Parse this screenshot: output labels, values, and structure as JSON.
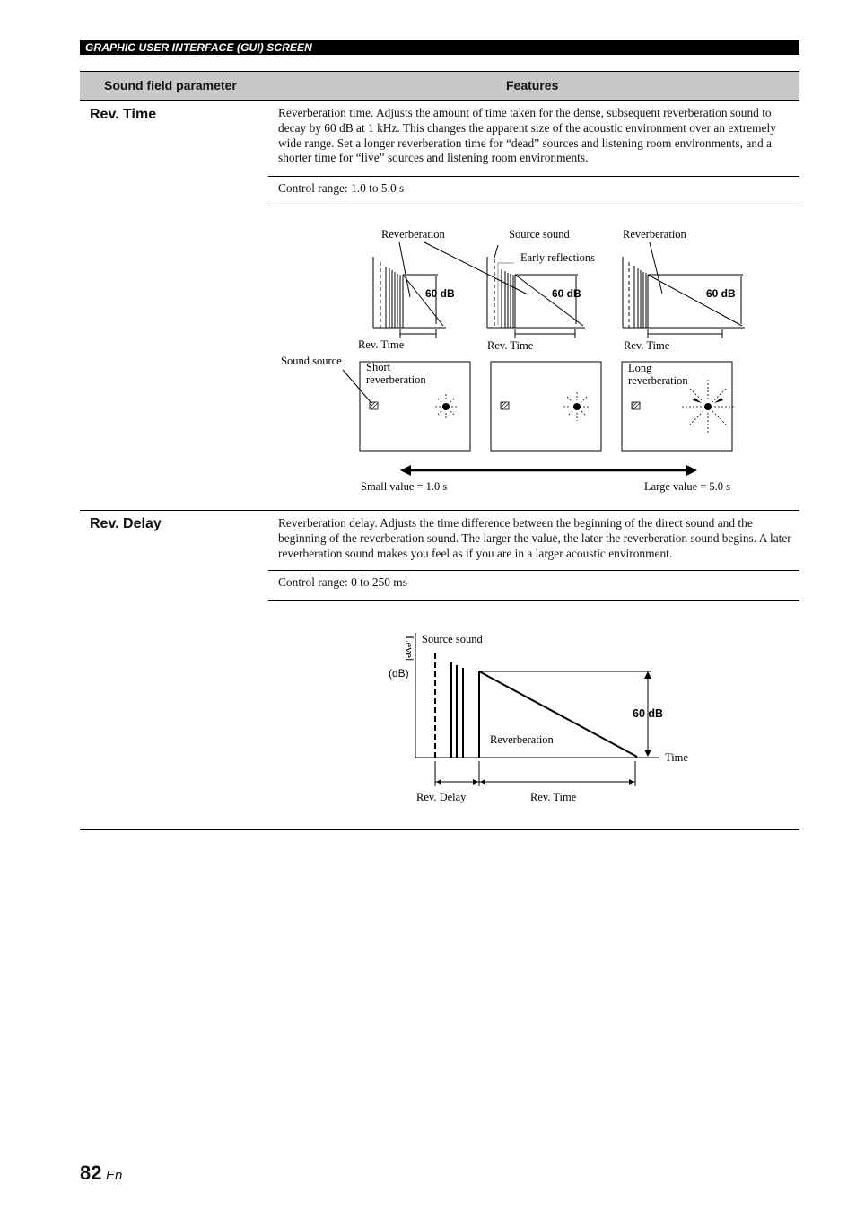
{
  "header": {
    "section_title": "GRAPHIC USER INTERFACE (GUI) SCREEN"
  },
  "table": {
    "col1_header": "Sound field parameter",
    "col2_header": "Features",
    "rows": [
      {
        "name": "Rev. Time",
        "description": "Reverberation time. Adjusts the amount of time taken for the dense, subsequent reverberation sound to decay by 60 dB at 1 kHz. This changes the apparent size of the acoustic environment over an extremely wide range. Set a longer reverberation time for “dead” sources and listening room environments, and a shorter time for “live” sources and listening room environments.",
        "control_range": "Control range: 1.0 to 5.0 s"
      },
      {
        "name": "Rev. Delay",
        "description": "Reverberation delay. Adjusts the time difference between the beginning of the direct sound and the beginning of the reverberation sound. The larger the value, the later the reverberation sound begins. A later reverberation sound makes you feel as if you are in a larger acoustic environment.",
        "control_range": "Control range: 0 to 250 ms"
      }
    ]
  },
  "diagram1": {
    "reverberation_left": "Reverberation",
    "source_sound": "Source sound",
    "early_reflections": "Early reflections",
    "reverberation_right": "Reverberation",
    "db_label": "60 dB",
    "rev_time": "Rev. Time",
    "sound_source": "Sound source",
    "short_reverb_1": "Short",
    "short_reverb_2": "reverberation",
    "long_reverb_1": "Long",
    "long_reverb_2": "reverberation",
    "small_value": "Small value = 1.0 s",
    "large_value": "Large value = 5.0 s"
  },
  "diagram2": {
    "level": "Level",
    "db_unit": "(dB)",
    "source_sound": "Source sound",
    "db_label": "60 dB",
    "reverberation": "Reverberation",
    "time": "Time",
    "rev_delay": "Rev. Delay",
    "rev_time": "Rev. Time"
  },
  "footer": {
    "page_number": "82",
    "lang": "En"
  }
}
